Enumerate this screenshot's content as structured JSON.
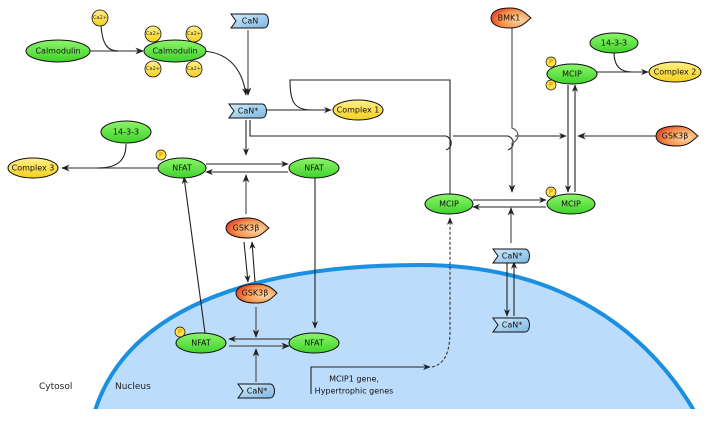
{
  "compartments": {
    "cytosol": "Cytosol",
    "nucleus": "Nucleus"
  },
  "colors": {
    "green": "#6fe84a",
    "yellow": "#ffe14a",
    "blue": "#a9d4f0",
    "red": "#f04a2a",
    "nucleus_fill": "#bcdcfb",
    "membrane": "#1b8fe0"
  },
  "nodes": {
    "calmodulin_free": "Calmodulin",
    "calmodulin_bound": "Calmodulin",
    "ca_ion": "Ca2+",
    "can": "CaN",
    "can_active": "CaN*",
    "complex1": "Complex 1",
    "complex2": "Complex 2",
    "complex3": "Complex 3",
    "protein_1433_left": "14-3-3",
    "protein_1433_right": "14-3-3",
    "nfat_cyto_p": "NFAT",
    "nfat_cyto": "NFAT",
    "nfat_nuc_p": "NFAT",
    "nfat_nuc": "NFAT",
    "gsk3b_cyto": "GSK3β",
    "gsk3b_nuc": "GSK3β",
    "gsk3b_right": "GSK3β",
    "bmk1": "BMK1",
    "mcip_top": "MCIP",
    "mcip_mid_left": "MCIP",
    "mcip_mid_right": "MCIP",
    "can_active_right_top": "CaN*",
    "can_active_right_bottom": "CaN*",
    "can_active_nuc": "CaN*",
    "phospho": "P"
  },
  "genes": {
    "line1": "MCIP1 gene,",
    "line2": "Hypertrophic genes"
  }
}
